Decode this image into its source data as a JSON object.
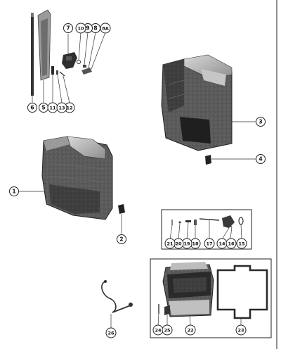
{
  "diagram": {
    "callouts": [
      {
        "id": "1",
        "label": "1"
      },
      {
        "id": "2",
        "label": "2"
      },
      {
        "id": "3",
        "label": "3"
      },
      {
        "id": "4",
        "label": "4"
      },
      {
        "id": "5",
        "label": "5"
      },
      {
        "id": "6",
        "label": "6"
      },
      {
        "id": "7",
        "label": "7"
      },
      {
        "id": "8",
        "label": "8"
      },
      {
        "id": "8a",
        "label": "8A"
      },
      {
        "id": "9",
        "label": "9"
      },
      {
        "id": "10",
        "label": "10"
      },
      {
        "id": "11",
        "label": "11"
      },
      {
        "id": "12",
        "label": "12"
      },
      {
        "id": "13",
        "label": "13"
      },
      {
        "id": "14",
        "label": "14"
      },
      {
        "id": "15",
        "label": "15"
      },
      {
        "id": "16",
        "label": "16"
      },
      {
        "id": "17",
        "label": "17"
      },
      {
        "id": "18",
        "label": "18"
      },
      {
        "id": "19",
        "label": "19"
      },
      {
        "id": "20",
        "label": "20"
      },
      {
        "id": "21",
        "label": "21"
      },
      {
        "id": "22",
        "label": "22"
      },
      {
        "id": "23",
        "label": "23"
      },
      {
        "id": "24",
        "label": "24"
      },
      {
        "id": "25",
        "label": "25"
      },
      {
        "id": "26",
        "label": "26"
      }
    ]
  }
}
